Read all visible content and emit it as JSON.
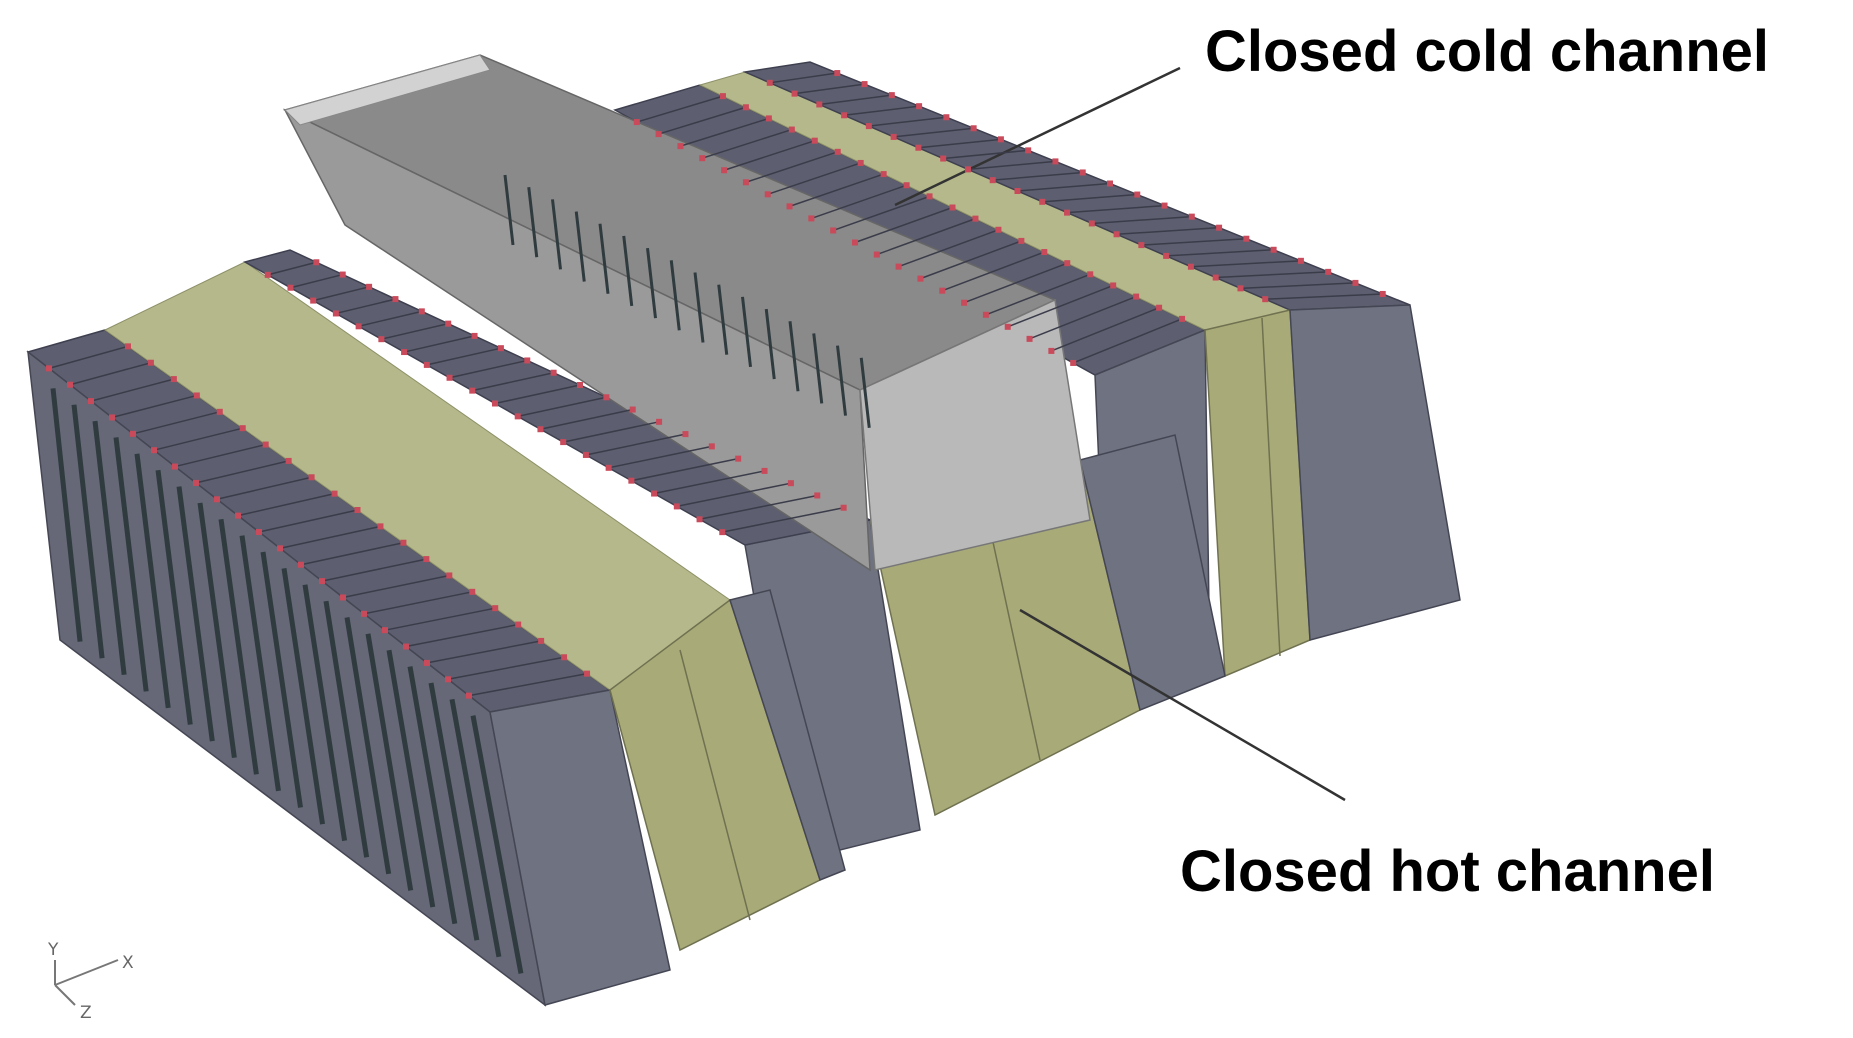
{
  "annotations": {
    "cold_channel": "Closed cold channel",
    "hot_channel": "Closed hot channel"
  },
  "axes_triad": {
    "y": "Y",
    "x": "X",
    "z": "Z"
  },
  "colors": {
    "rack_top": "#5d5f70",
    "rack_front": "#6f7280",
    "rack_side": "#666877",
    "rack_marker": "#c94a5a",
    "channel_floor": "#b5b88a",
    "channel_door": "#a8aa78",
    "enclosure_front": "#b9b9b9",
    "enclosure_inner": "#8a8a8a",
    "enclosure_top_rim": "#d2d2d2",
    "leader_line": "#333333"
  }
}
